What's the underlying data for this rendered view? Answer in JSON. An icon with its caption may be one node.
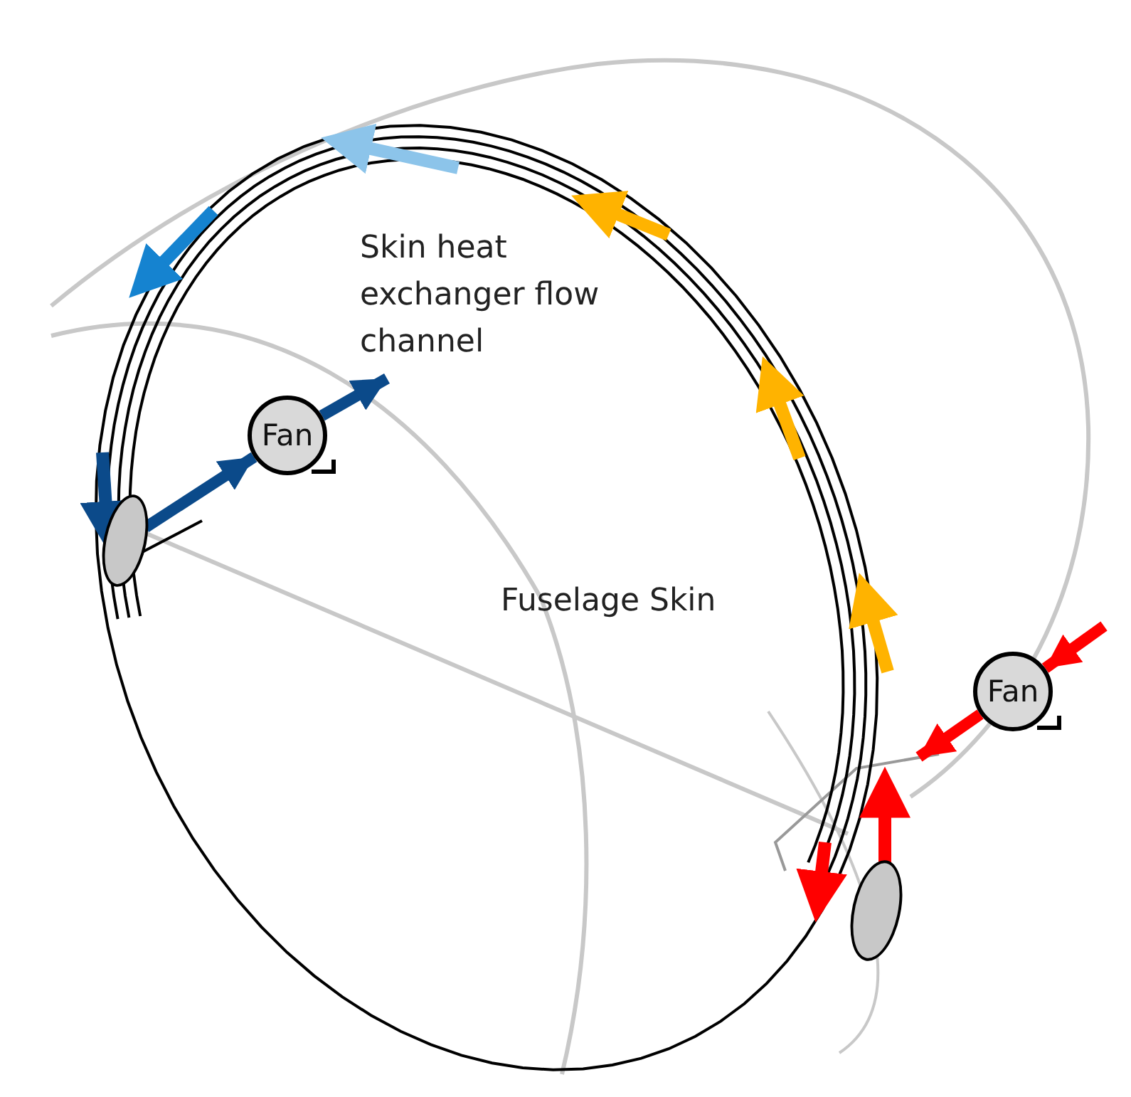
{
  "diagram": {
    "nodes": [
      {
        "text": [
          "Fan"
        ]
      },
      {
        "text": [
          "Fan"
        ]
      },
      {
        "text": [],
        "shape": "ellipse"
      },
      {
        "text": [],
        "shape": "ellipse"
      }
    ],
    "edges": [
      {
        "from": 2,
        "to": 0,
        "arrow": "to",
        "color": "#0b4a8a"
      },
      {
        "from": 0,
        "to": null,
        "arrow": "to",
        "color": "#0b4a8a"
      },
      {
        "from": null,
        "to": 1,
        "arrow": "to",
        "color": "#ff0000"
      },
      {
        "from": 1,
        "to": null,
        "arrow": "to",
        "color": "#ff0000"
      }
    ],
    "labels": [
      "Skin heat exchanger flow channel",
      "Fuselage Skin"
    ]
  }
}
